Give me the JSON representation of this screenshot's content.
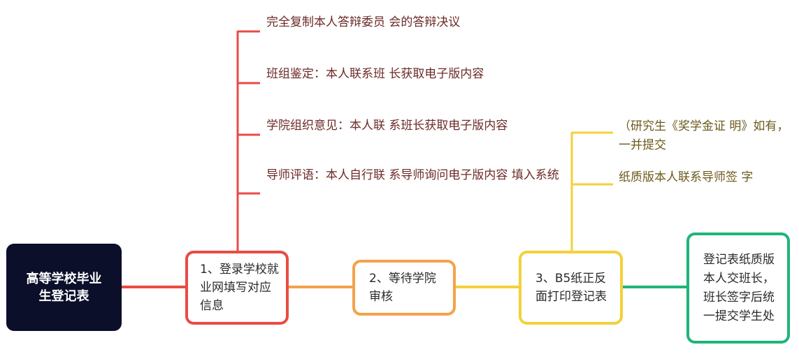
{
  "root": {
    "label": "高等学校毕业生登记表"
  },
  "steps": [
    {
      "label": "1、登录学校就业网填写对应信息",
      "color": "#ea4b45"
    },
    {
      "label": "2、等待学院审核",
      "color": "#f3a24a"
    },
    {
      "label": "3、B5纸正反面打印登记表",
      "color": "#f3d13a"
    },
    {
      "label": "登记表纸质版本人交班长，班长签字后统一提交学生处",
      "color": "#1fb57a"
    }
  ],
  "step1_children": [
    {
      "line1": "完全复制本人答辩委员",
      "line2": "会的答辩决议"
    },
    {
      "line1": "班组鉴定：本人联系班",
      "line2": "长获取电子版内容"
    },
    {
      "line1": "学院组织意见：本人联",
      "line2": "系班长获取电子版内容"
    },
    {
      "line1": "导师评语：本人自行联",
      "line2": "系导师询问电子版内容",
      "line3": "填入系统"
    }
  ],
  "step3_children": [
    {
      "line1": "（研究生《奖学金证",
      "line2": "明》如有，一并提交"
    },
    {
      "line1": "纸质版本人联系导师签",
      "line2": "字"
    }
  ],
  "colors": {
    "root_bg": "#0b0f2a",
    "red": "#ea4b45",
    "orange": "#f3a24a",
    "yellow": "#f3d13a",
    "green": "#1fb57a"
  }
}
